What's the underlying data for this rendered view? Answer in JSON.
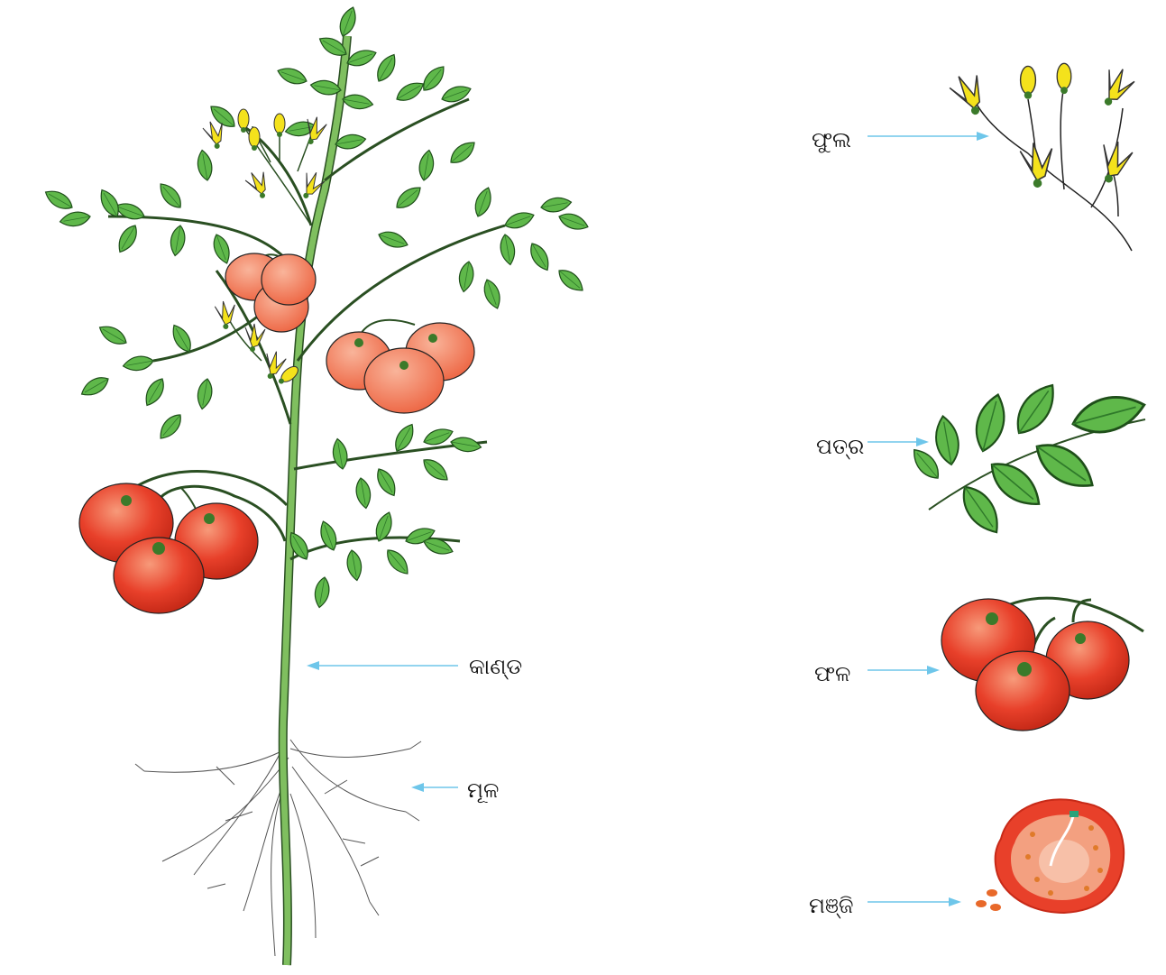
{
  "labels": {
    "stem": "କାଣ୍ଡ",
    "root": "ମୂଳ",
    "flower": "ଫୁଲ",
    "leaf": "ପତ୍ର",
    "fruit": "ଫଳ",
    "seed": "ମଞ୍ଜି"
  },
  "colors": {
    "arrow": "#6ec6ea",
    "leaf": "#5fb84a",
    "leaf_dark": "#2f7a2a",
    "stem": "#6aa84f",
    "flower": "#f4e21c",
    "fruit": "#e8402a",
    "fruit_light": "#f08060",
    "root": "#555555"
  },
  "icons": [
    "tomato-plant-icon",
    "flower-cluster-icon",
    "leaf-branch-icon",
    "fruit-cluster-icon",
    "tomato-slice-icon"
  ]
}
